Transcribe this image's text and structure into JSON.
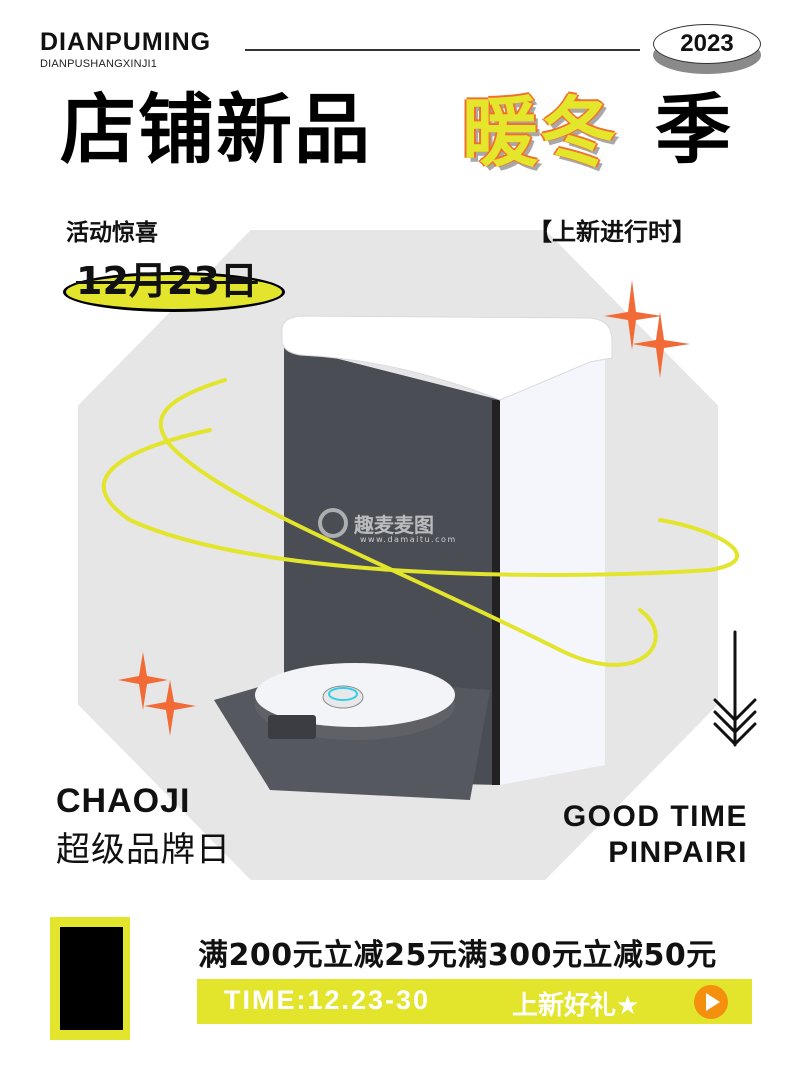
{
  "header": {
    "brand": "DIANPUMING",
    "brand_sub": "DIANPUSHANGXINJI1",
    "year": "2023"
  },
  "headline": {
    "main": "店铺新品",
    "highlight": "暖冬",
    "end": "季"
  },
  "promo": {
    "label": "活动惊喜",
    "date": "12月23日",
    "tagline": "【上新进行时】"
  },
  "watermark": {
    "text": "趣麦麦图",
    "url": "www.damaitu.com"
  },
  "left_caption": {
    "en": "CHAOJI",
    "cn": "超级品牌日"
  },
  "right_caption": {
    "line1": "GOOD TIME",
    "line2": "PINPAIRI"
  },
  "footer": {
    "offer": "满200元立减25元满300元立减50元",
    "time": "TIME:12.23-30",
    "gift": "上新好礼★",
    "play_icon": "play-icon"
  },
  "colors": {
    "accent_yellow": "#e2e52b",
    "accent_orange": "#f07030",
    "play_orange": "#f5900f",
    "background_gray": "#e6e6e6",
    "text": "#111111"
  }
}
